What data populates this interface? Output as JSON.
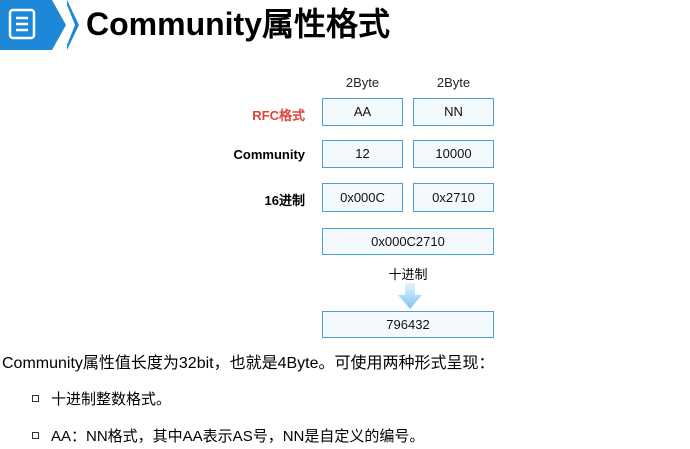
{
  "header": {
    "title": "Community属性格式",
    "icon": "document-list-icon",
    "accent_color": "#1e88d8"
  },
  "table": {
    "column_headers": [
      "2Byte",
      "2Byte"
    ],
    "rows": [
      {
        "label": "RFC格式",
        "values": [
          "AA",
          "NN"
        ],
        "label_color": "#e0433a"
      },
      {
        "label": "Community",
        "values": [
          "12",
          "10000"
        ]
      },
      {
        "label": "16进制",
        "values": [
          "0x000C",
          "0x2710"
        ]
      }
    ],
    "combined_hex": "0x000C2710",
    "conversion_label": "十进制",
    "decimal_result": "796432"
  },
  "body": {
    "paragraph": "Community属性值长度为32bit，也就是4Byte。可使用两种形式呈现：",
    "bullets": [
      "十进制整数格式。",
      "AA：NN格式，其中AA表示AS号，NN是自定义的编号。"
    ]
  }
}
